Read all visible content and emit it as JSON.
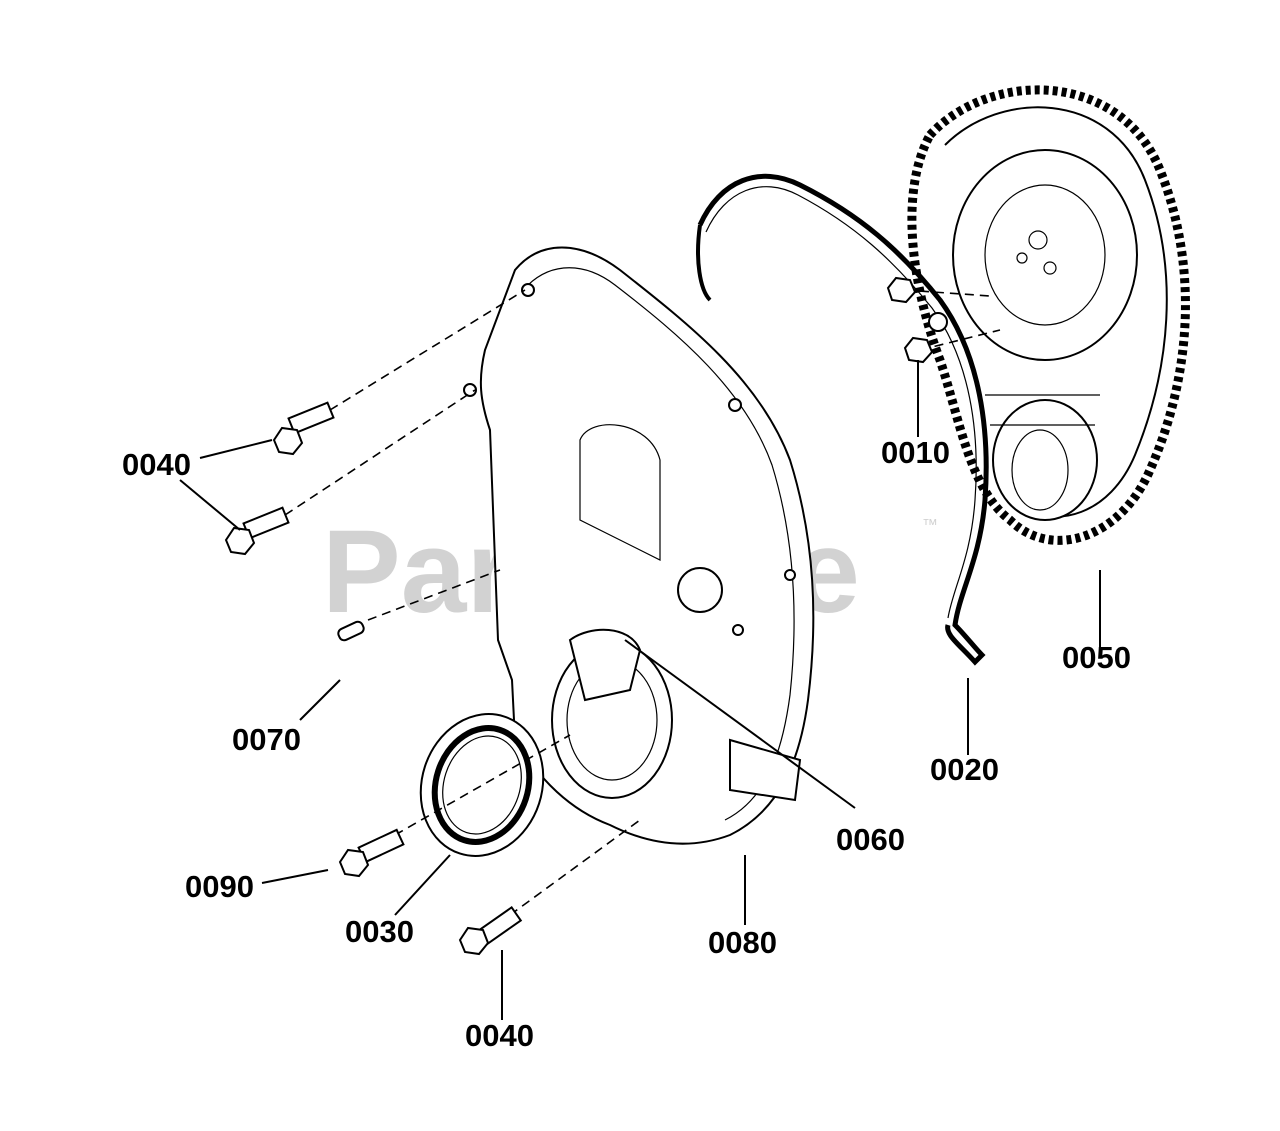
{
  "watermark": {
    "text": "PartsTree",
    "trademark": "™"
  },
  "callouts": [
    {
      "id": "0010"
    },
    {
      "id": "0020"
    },
    {
      "id": "0030"
    },
    {
      "id": "0040"
    },
    {
      "id": "0040"
    },
    {
      "id": "0040"
    },
    {
      "id": "0050"
    },
    {
      "id": "0060"
    },
    {
      "id": "0070"
    },
    {
      "id": "0080"
    },
    {
      "id": "0090"
    }
  ]
}
